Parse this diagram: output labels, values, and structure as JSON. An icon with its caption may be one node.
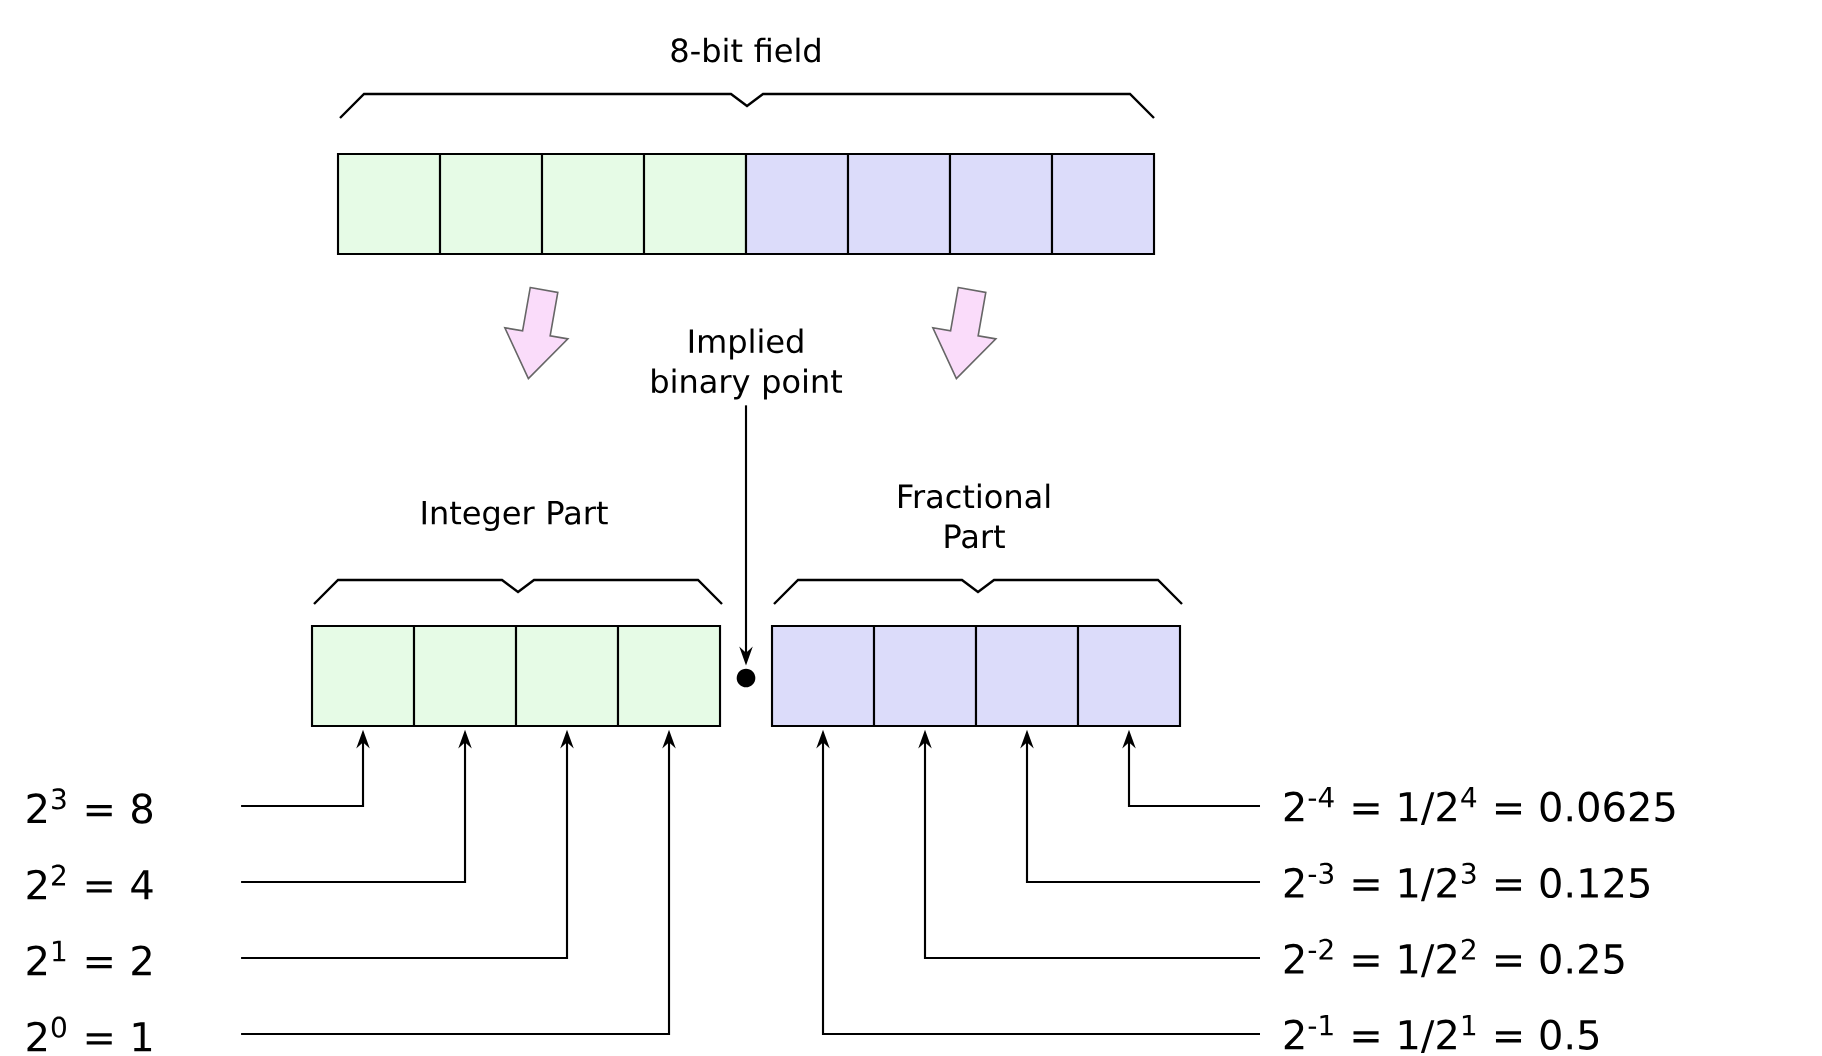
{
  "diagram": {
    "nodes": [
      {
        "text": [],
        "shape": "box"
      },
      {
        "text": [],
        "shape": "box"
      },
      {
        "text": [],
        "shape": "box"
      },
      {
        "text": [],
        "shape": "box"
      },
      {
        "text": [],
        "shape": "box"
      },
      {
        "text": [],
        "shape": "box"
      },
      {
        "text": [],
        "shape": "box"
      },
      {
        "text": [],
        "shape": "box"
      },
      {
        "text": [],
        "shape": "box"
      },
      {
        "text": [],
        "shape": "box"
      },
      {
        "text": [],
        "shape": "box"
      },
      {
        "text": [],
        "shape": "box"
      },
      {
        "text": [],
        "shape": "box"
      },
      {
        "text": [],
        "shape": "box"
      },
      {
        "text": [],
        "shape": "box"
      },
      {
        "text": [],
        "shape": "box"
      },
      {
        "text": [
          "2$^{3}$ = 8"
        ]
      },
      {
        "text": [
          "2$^{2}$ = 4"
        ]
      },
      {
        "text": [
          "2$^{1}$ = 2"
        ]
      },
      {
        "text": [
          "2$^{0}$ = 1"
        ]
      },
      {
        "text": [
          "2$^{-4}$ = 1/2$^{4}$ = 0.0625"
        ]
      },
      {
        "text": [
          "2$^{-3}$ = 1/2$^{3}$ = 0.125"
        ]
      },
      {
        "text": [
          "2$^{-2}$ = 1/2$^{2}$ = 0.25"
        ]
      },
      {
        "text": [
          "2$^{-1}$ = 1/2$^{1}$ = 0.5"
        ]
      },
      {
        "text": [
          "Implied binary point"
        ]
      },
      {
        "text": [],
        "shape": "circle"
      }
    ],
    "edges": [
      {
        "from": 16,
        "to": 8,
        "arrow": "to"
      },
      {
        "from": 17,
        "to": 9,
        "arrow": "to"
      },
      {
        "from": 18,
        "to": 10,
        "arrow": "to"
      },
      {
        "from": 19,
        "to": 11,
        "arrow": "to"
      },
      {
        "from": 20,
        "to": 15,
        "arrow": "to"
      },
      {
        "from": 21,
        "to": 14,
        "arrow": "to"
      },
      {
        "from": 22,
        "to": 13,
        "arrow": "to"
      },
      {
        "from": 23,
        "to": 12,
        "arrow": "to"
      },
      {
        "from": 24,
        "to": 25,
        "arrow": "to"
      }
    ],
    "labels": [
      "8-bit field",
      "Integer Part",
      "Fractional Part"
    ]
  }
}
